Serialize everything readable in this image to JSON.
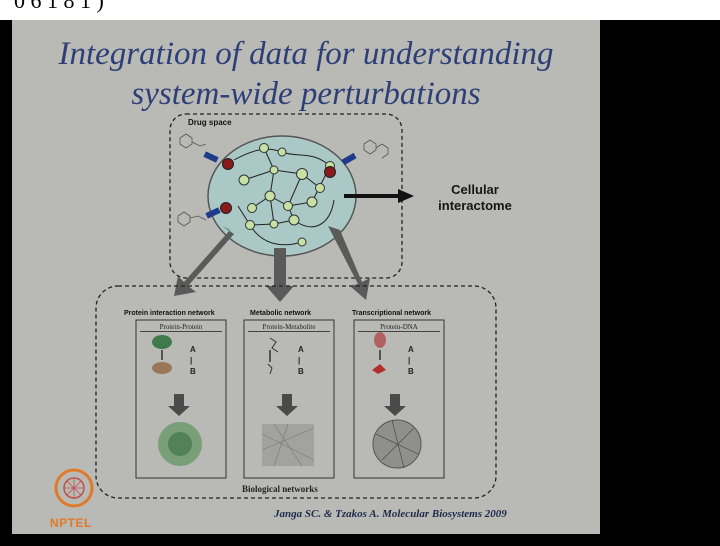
{
  "header_fragment": "0 6 1 8 1 )",
  "title": {
    "line1": "Integration of data for understanding",
    "line2": "system-wide perturbations"
  },
  "drug_space_label": "Drug space",
  "cellular_label": {
    "line1": "Cellular",
    "line2": "interactome"
  },
  "panels": [
    {
      "title": "Protein interaction network",
      "header": "Protein-Protein",
      "a": "A",
      "b": "B"
    },
    {
      "title": "Metabolic network",
      "header": "Protein-Metabolite",
      "a": "A",
      "b": "B"
    },
    {
      "title": "Transcriptional network",
      "header": "Protein-DNA",
      "a": "A",
      "b": "B"
    }
  ],
  "biological_networks_label": "Biological networks",
  "citation": "Janga SC. & Tzakos A. Molecular Biosystems 2009",
  "logo_text": "NPTEL",
  "colors": {
    "title": "#2e3f77",
    "background": "#b9bab5",
    "node": "#c7e0a4",
    "drug_node": "#8b1a1a",
    "connector": "#1e3a8a",
    "logo": "#e07a2a"
  }
}
